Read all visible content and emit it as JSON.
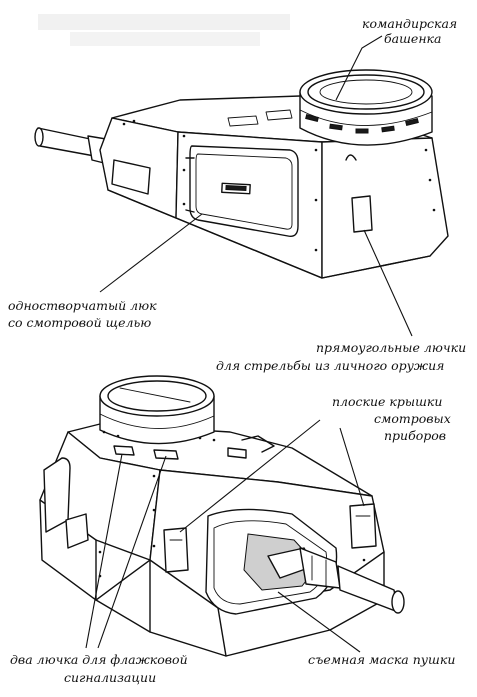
{
  "labels": {
    "commander_cupola_l1": "командирская",
    "commander_cupola_l2": "башенка",
    "hatch_l1": "одностворчатый люк",
    "hatch_l2": "со смотровой щелью",
    "ports_l1": "прямоугольные лючки",
    "ports_l2": "для стрельбы из личного оружия",
    "covers_l1": "плоские крышки",
    "covers_l2": "смотровых",
    "covers_l3": "приборов",
    "signal_l1": "два лючка для флажковой",
    "signal_l2": "сигнализации",
    "mantlet": "съемная маска пушки"
  }
}
